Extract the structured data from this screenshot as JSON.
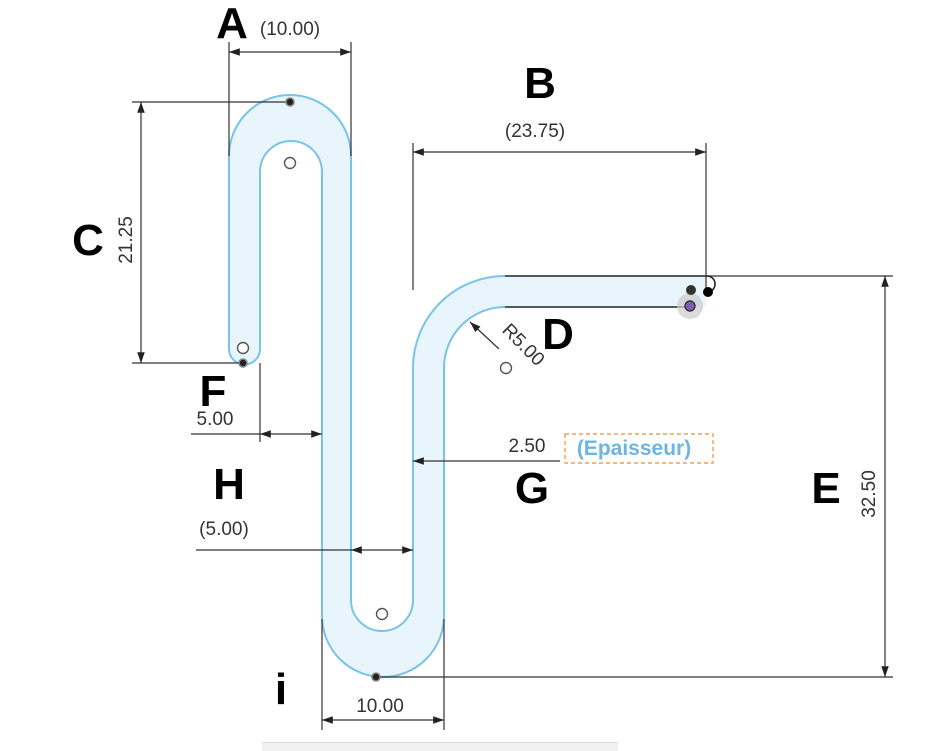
{
  "labels": {
    "a": "A",
    "b": "B",
    "c": "C",
    "d": "D",
    "e": "E",
    "f": "F",
    "g": "G",
    "h": "H",
    "i": "i"
  },
  "dimensions": {
    "top_width": "(10.00)",
    "right_span": "(23.75)",
    "left_height": "21.25",
    "radius": "R5.00",
    "left_offset": "5.00",
    "thickness_value": "2.50",
    "thickness_param": "(Epaisseur)",
    "mid_offset": "(5.00)",
    "right_height": "32.50",
    "bottom_width": "10.00"
  },
  "colors": {
    "profile_edge": "#79c3e6",
    "profile_fill": "#e8f5fc",
    "param_text": "#6cb6e0",
    "param_box": "#f0a050",
    "dimension": "#333333"
  }
}
